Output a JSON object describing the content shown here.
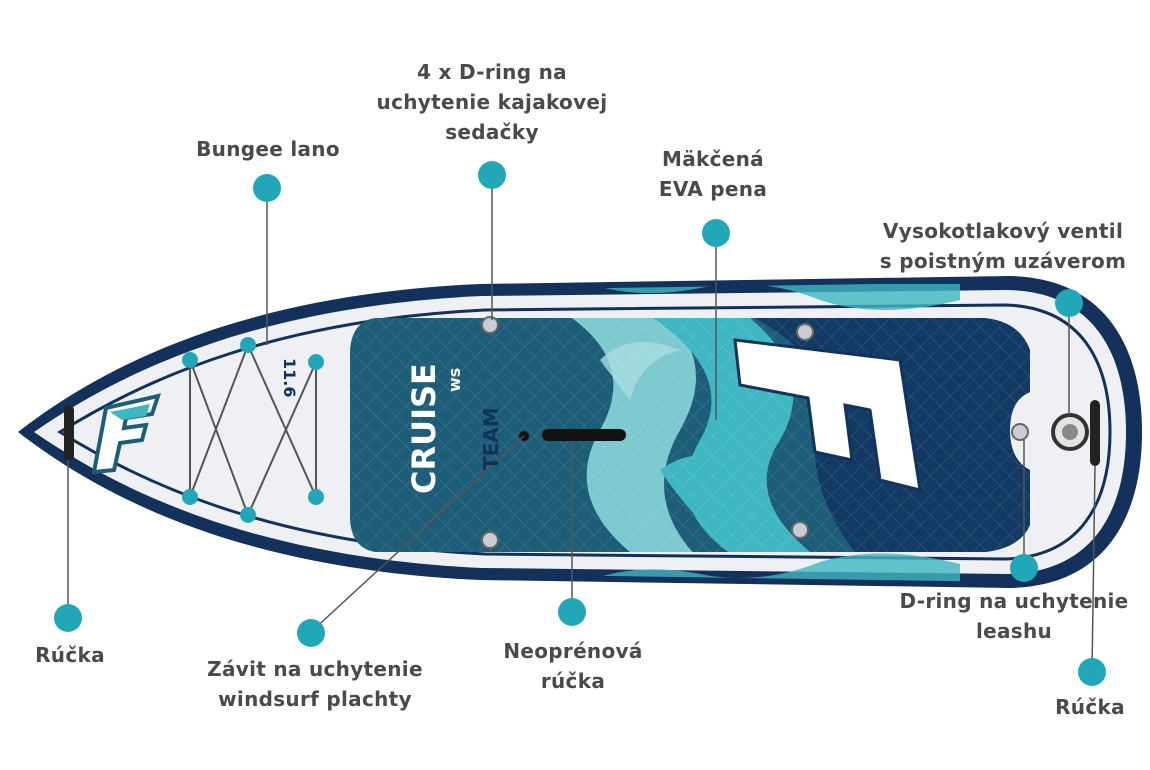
{
  "colors": {
    "callout_dot": "#22a7b9",
    "leader_line": "#555555",
    "label_text": "#4a4a4a",
    "board_navy": "#13315a",
    "deck_teal": "#1d5d77",
    "wave_teal": "#3fb7c2",
    "rail_white": "#f1f2f5"
  },
  "board": {
    "size_mark": "11.6",
    "model_text": "CRUISE",
    "model_suffix": "ws",
    "team_text": "TEAM",
    "brand_logo": "f2-logo"
  },
  "callouts": {
    "bungee": "Bungee lano",
    "d_rings_kayak": "4 x D-ring na\nuchytenie kajakovej\nsedačky",
    "eva": "Mäkčená\nEVA pena",
    "valve": "Vysokotlakový ventil\ns poistným uzáverom",
    "handle_left": "Rúčka",
    "windsurf": "Závit na uchytenie\nwindsurf plachty",
    "neoprene": "Neoprénová\nrúčka",
    "leash": "D-ring na uchytenie\nleashu",
    "handle_right": "Rúčka"
  }
}
